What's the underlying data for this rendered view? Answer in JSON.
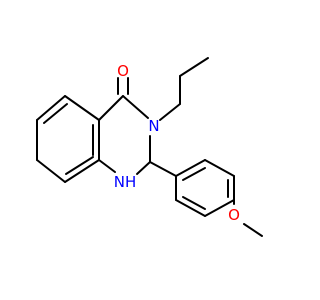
{
  "molecule": {
    "atoms": {
      "carbonyl_oxygen": "O",
      "ring_nitrogen": "N",
      "amine_nitrogen": "NH",
      "ether_oxygen": "O"
    },
    "colors": {
      "bond": "#000000",
      "oxygen": "#ff0000",
      "nitrogen": "#0000ff"
    }
  }
}
